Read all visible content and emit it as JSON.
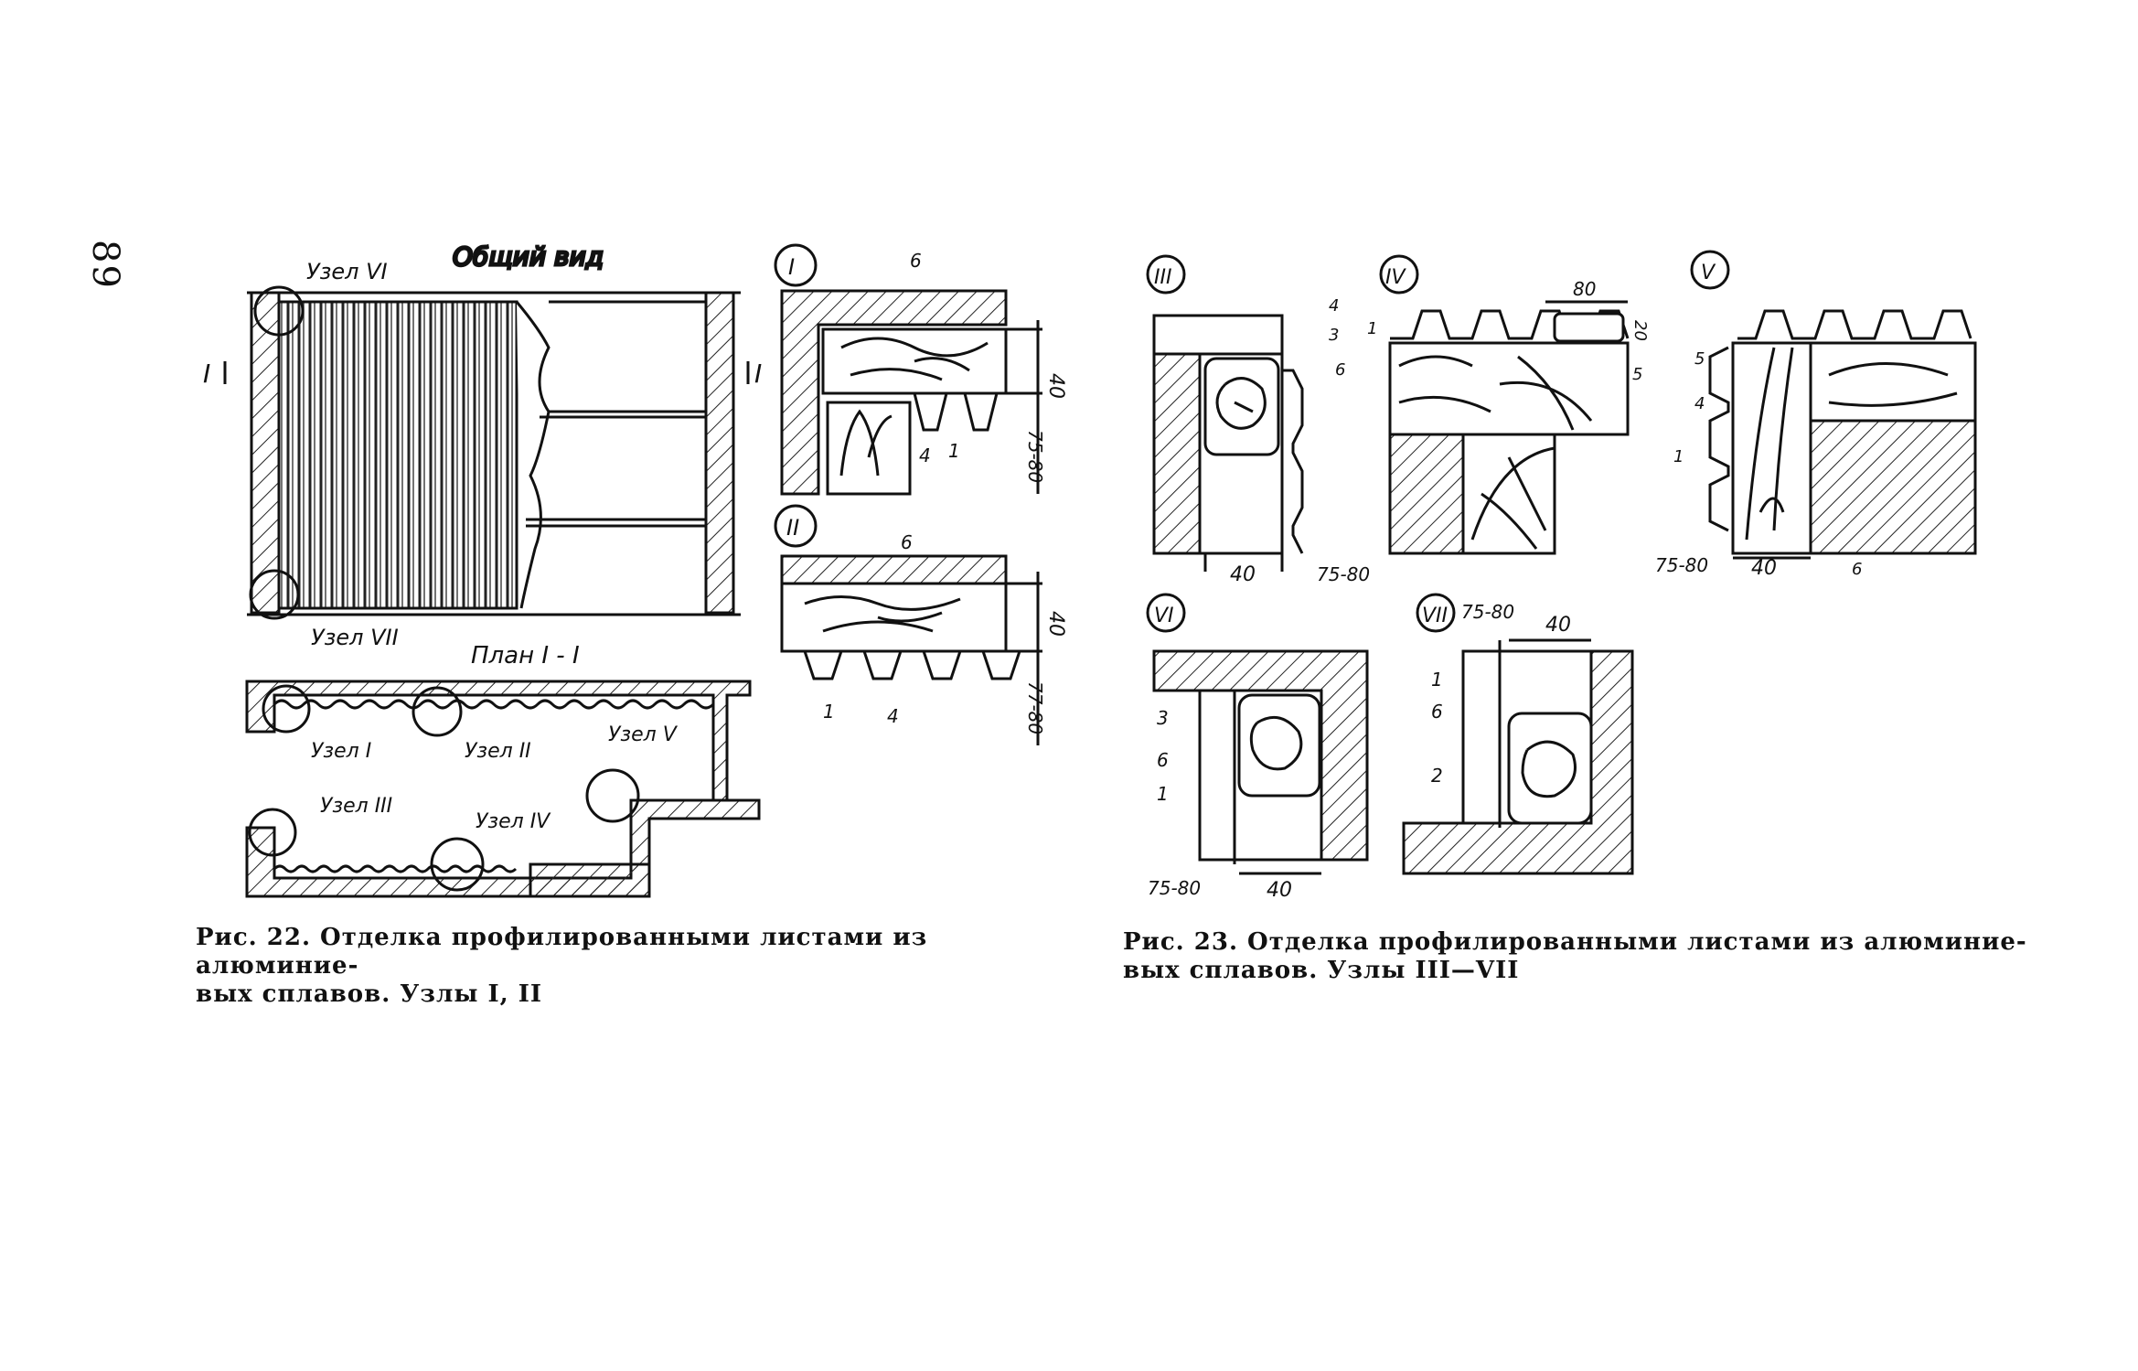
{
  "page": {
    "number": "89"
  },
  "fig22": {
    "general_view_title": "Общий вид",
    "plan_title": "План I - I",
    "section_marker": "I",
    "node_labels": {
      "n6": "Узел VI",
      "n7": "Узел VII",
      "n1": "Узел I",
      "n2": "Узел II",
      "n3": "Узел III",
      "n4": "Узел IV",
      "n5": "Узел V"
    },
    "detail_i": {
      "title": "I",
      "callouts": [
        "6",
        "4",
        "1"
      ],
      "dim_40": "40",
      "dim_range": "75-80"
    },
    "detail_ii": {
      "title": "II",
      "callouts": [
        "6",
        "1",
        "4"
      ],
      "dim_40": "40",
      "dim_range": "77-80"
    },
    "caption_line1": "Рис. 22. Отделка профилированными листами из алюминие-",
    "caption_line2": "вых сплавов. Узлы I, II"
  },
  "fig23": {
    "detail_iii": {
      "title": "III",
      "callouts": [
        "4",
        "3",
        "6"
      ],
      "dim_40": "40",
      "dim_range": "75-80"
    },
    "detail_iv": {
      "title": "IV",
      "callouts": [
        "1",
        "5"
      ],
      "dim_80": "80",
      "dim_20": "20"
    },
    "detail_v": {
      "title": "V",
      "callouts": [
        "5",
        "4",
        "1",
        "6"
      ],
      "dim_40": "40",
      "dim_range": "75-80"
    },
    "detail_vi": {
      "title": "VI",
      "callouts": [
        "3",
        "6",
        "1"
      ],
      "dim_40": "40",
      "dim_range": "75-80"
    },
    "detail_vii": {
      "title": "VII",
      "callouts": [
        "1",
        "6",
        "2"
      ],
      "dim_40": "40",
      "dim_range": "75-80"
    },
    "caption_line1": "Рис. 23. Отделка профилированными листами из алюминие-",
    "caption_line2": "вых сплавов. Узлы III—VII"
  }
}
